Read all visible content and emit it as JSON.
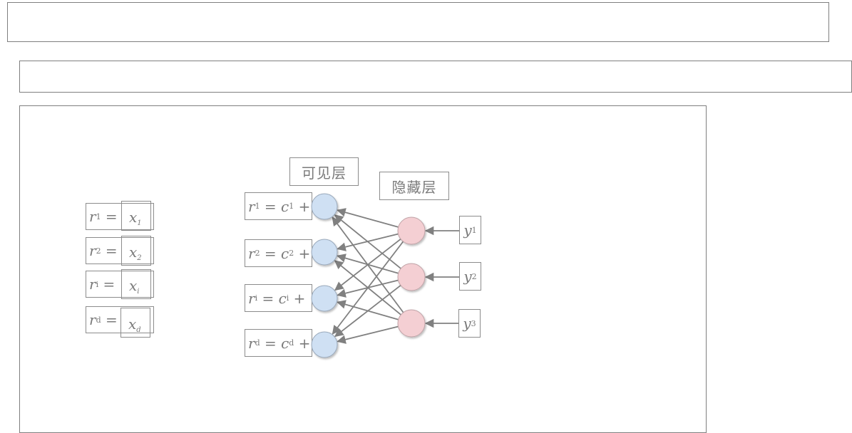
{
  "diagram": {
    "visible_layer_label": "可见层",
    "hidden_layer_label": "隐藏层",
    "left_equations": [
      {
        "lhs": "r",
        "lhs_sub": "1",
        "op": "=",
        "var": "x",
        "var_sub": "1"
      },
      {
        "lhs": "r",
        "lhs_sub": "2",
        "op": "=",
        "var": "x",
        "var_sub": "2"
      },
      {
        "lhs": "r",
        "lhs_sub": "i",
        "op": "=",
        "var": "x",
        "var_sub": "i"
      },
      {
        "lhs": "r",
        "lhs_sub": "d",
        "op": "=",
        "var": "x",
        "var_sub": "d"
      }
    ],
    "visible_equations": [
      {
        "lhs": "r",
        "lhs_sub": "1",
        "op": "=",
        "c": "c",
        "c_sub": "1",
        "plus": "+"
      },
      {
        "lhs": "r",
        "lhs_sub": "2",
        "op": "=",
        "c": "c",
        "c_sub": "2",
        "plus": "+"
      },
      {
        "lhs": "r",
        "lhs_sub": "i",
        "op": "=",
        "c": "c",
        "c_sub": "i",
        "plus": "+"
      },
      {
        "lhs": "r",
        "lhs_sub": "d",
        "op": "=",
        "c": "c",
        "c_sub": "d",
        "plus": "+"
      }
    ],
    "hidden_inputs": [
      {
        "var": "y",
        "sub": "1"
      },
      {
        "var": "y",
        "sub": "2"
      },
      {
        "var": "y",
        "sub": "3"
      }
    ],
    "colors": {
      "visible_node": "#cfe0f3",
      "hidden_node": "#f4cfd3",
      "edge": "#808080",
      "border": "#8c8c8c",
      "text": "#7a7a7a"
    }
  }
}
